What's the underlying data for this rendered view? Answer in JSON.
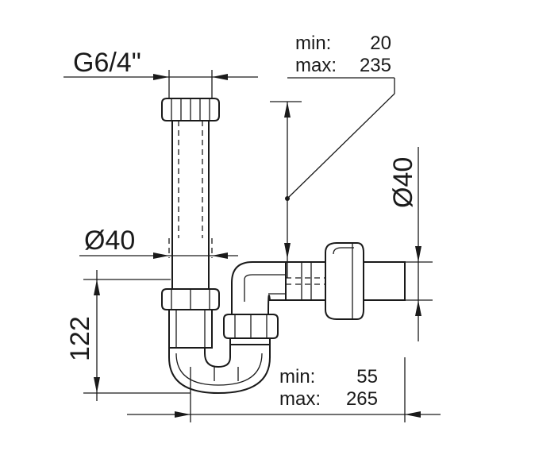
{
  "labels": {
    "thread": "G6/4\"",
    "inlet_diameter": "Ø40",
    "outlet_diameter": "Ø40",
    "height": "122",
    "vertical_range": {
      "min_label": "min:",
      "min_value": "20",
      "max_label": "max:",
      "max_value": "235"
    },
    "horizontal_range": {
      "min_label": "min:",
      "min_value": "55",
      "max_label": "max:",
      "max_value": "265"
    }
  },
  "colors": {
    "line": "#1a1a1a",
    "background": "#ffffff"
  }
}
